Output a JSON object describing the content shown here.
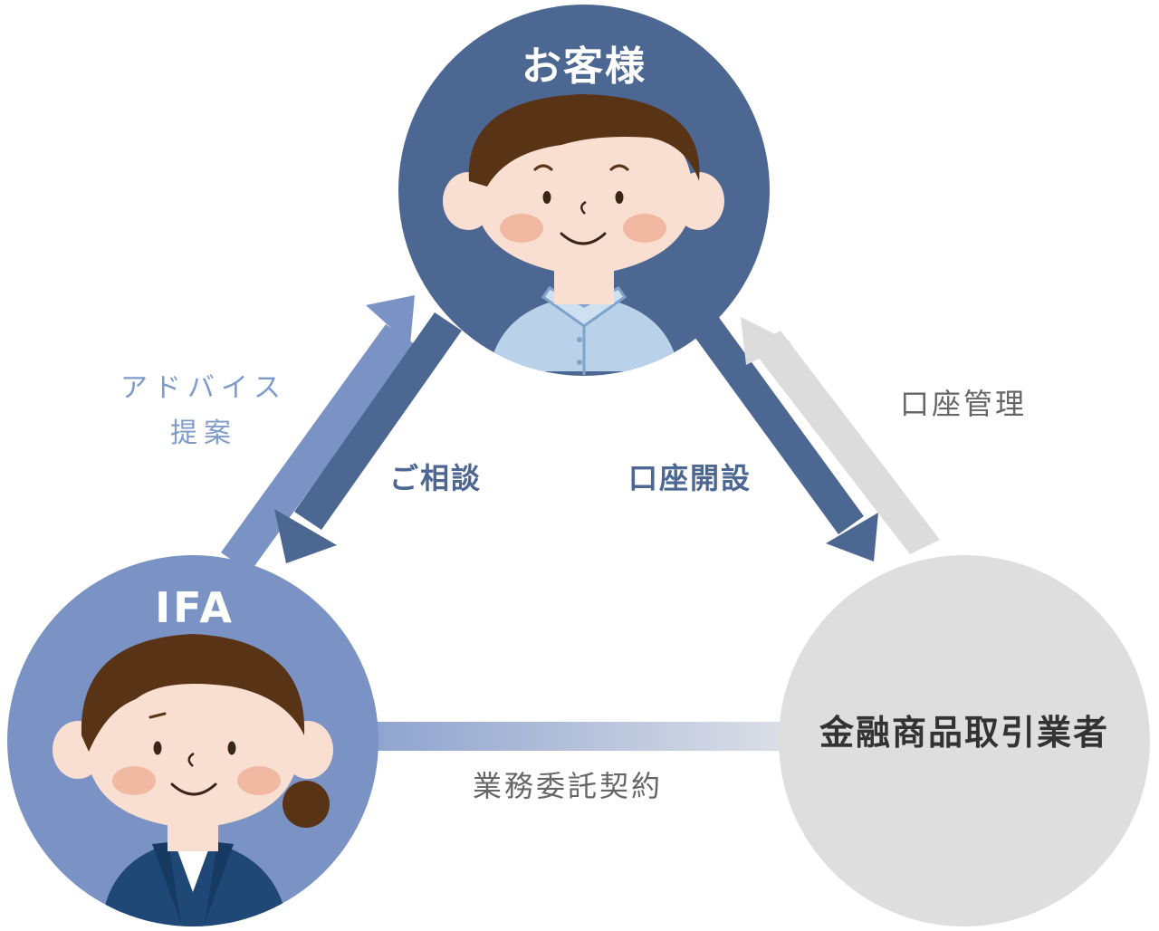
{
  "nodes": {
    "customer": {
      "label": "お客様",
      "color": "#4d6793"
    },
    "ifa": {
      "label": "IFA",
      "color": "#7b93c4"
    },
    "firm": {
      "label": "金融商品取引業者",
      "color": "#dedede"
    }
  },
  "edges": {
    "advice": {
      "lines": [
        "アドバイス",
        "提案"
      ],
      "color": "#7e9bcb"
    },
    "consult": {
      "label": "ご相談",
      "color": "#4d6793"
    },
    "account_open": {
      "label": "口座開設",
      "color": "#4d6793"
    },
    "account_mgmt": {
      "label": "口座管理",
      "color": "#dcdcdc"
    },
    "contract": {
      "label": "業務委託契約"
    }
  }
}
